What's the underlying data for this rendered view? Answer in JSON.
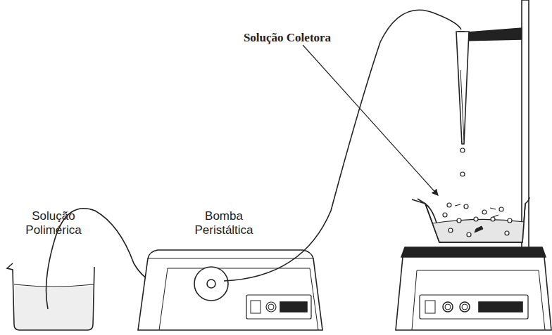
{
  "diagram": {
    "labels": [
      "Solução Polimérica",
      "Bomba Peristáltica",
      "Solução Coletora"
    ]
  }
}
